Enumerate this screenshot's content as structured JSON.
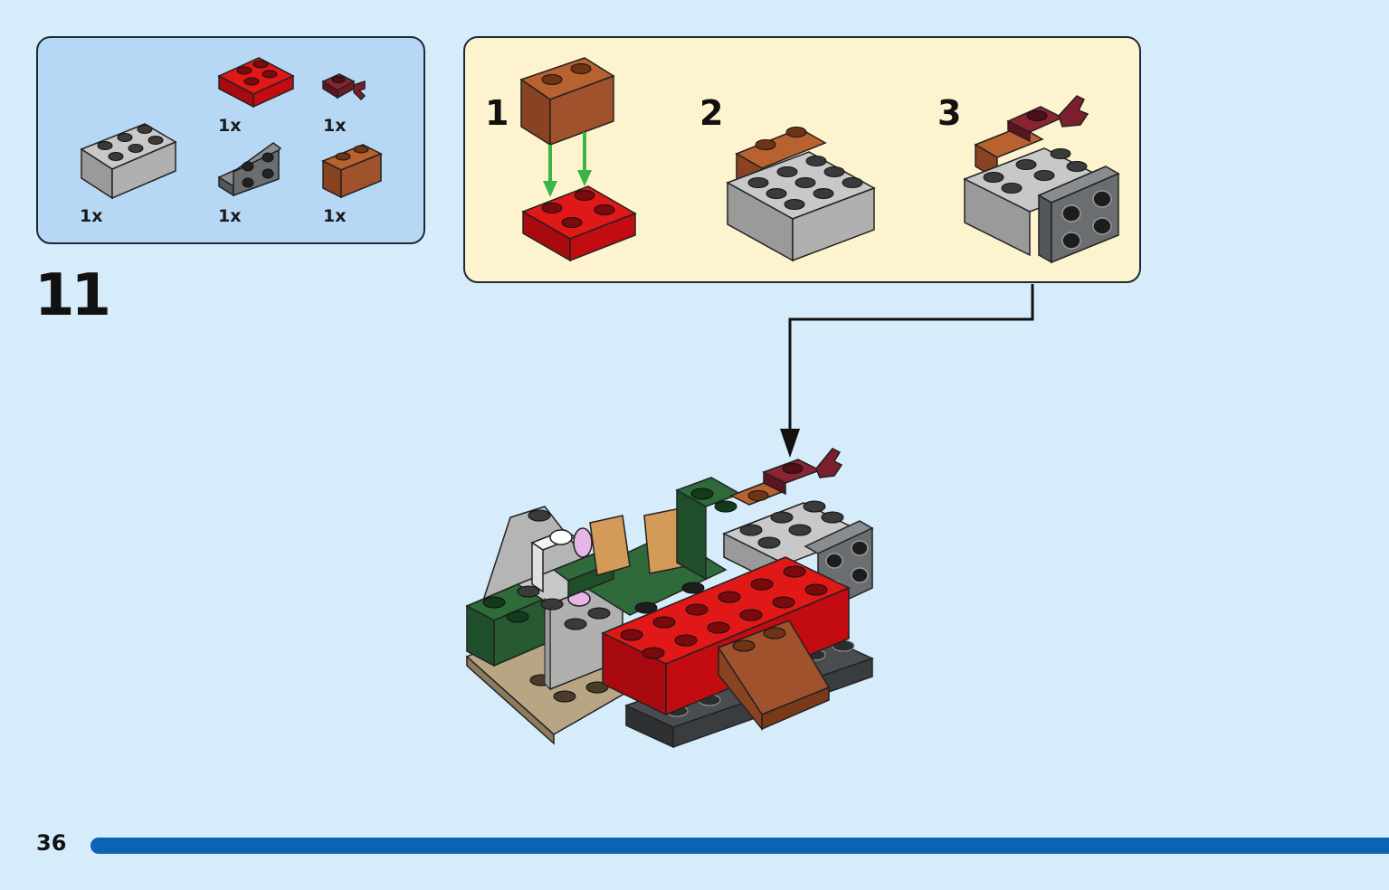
{
  "step": {
    "number": "11"
  },
  "page": {
    "number": "36"
  },
  "parts": [
    {
      "name": "grey-brick-2x3",
      "color": "#a9a9a9",
      "qty": "1x"
    },
    {
      "name": "red-plate-2x2",
      "color": "#d0080f",
      "qty": "1x"
    },
    {
      "name": "dark-red-clip-plate",
      "color": "#7a1f2b",
      "qty": "1x"
    },
    {
      "name": "dark-grey-bracket-2x2",
      "color": "#6b6e70",
      "qty": "1x"
    },
    {
      "name": "brown-brick-1x2",
      "color": "#a0522d",
      "qty": "1x"
    }
  ],
  "substeps": [
    {
      "label": "1"
    },
    {
      "label": "2"
    },
    {
      "label": "3"
    }
  ],
  "colors": {
    "background": "#d6ecfb",
    "parts_panel": "#b6d8f4",
    "substep_panel": "#fdf4cf",
    "page_bar": "#0d63b3",
    "arrow_green": "#3bb54a"
  }
}
